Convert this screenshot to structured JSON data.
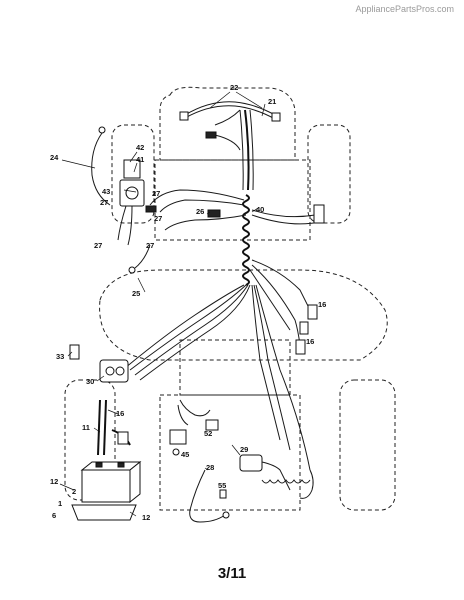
{
  "watermark": "AppliancePartsPros.com",
  "page_number": "3/11",
  "callouts": {
    "c1": "1",
    "c2": "2",
    "c6": "6",
    "c11": "11",
    "c12a": "12",
    "c12b": "12",
    "c16a": "16",
    "c16b": "16",
    "c16c": "16",
    "c21": "21",
    "c22": "22",
    "c24": "24",
    "c25": "25",
    "c26": "26",
    "c27a": "27",
    "c27b": "27",
    "c27c": "27",
    "c27d": "27",
    "c27e": "27",
    "c28": "28",
    "c29": "29",
    "c30": "30",
    "c33": "33",
    "c40": "40",
    "c41": "41",
    "c42": "42",
    "c43": "43",
    "c45": "45",
    "c52": "52",
    "c55": "55"
  }
}
